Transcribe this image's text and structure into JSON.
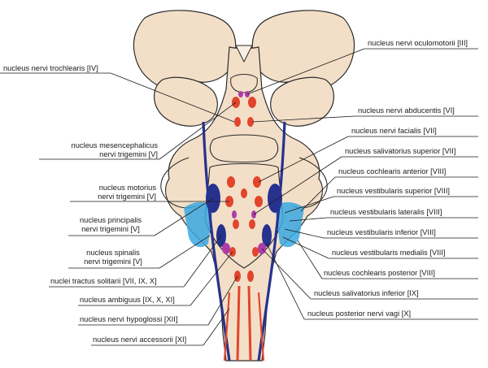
{
  "colors": {
    "tissue": "#f3dfc8",
    "outline": "#2b2b2b",
    "nucleus_motor": "#e2452c",
    "nucleus_sensory": "#27328f",
    "nucleus_parasympathetic": "#b03ca8",
    "nucleus_vestibular": "#3aa8e0",
    "leader": "#1a1a1a"
  },
  "labels_left": {
    "trochlearis": "nucleus nervi trochlearis [IV]",
    "mesenceph_1": "nucleus mesencephalicus",
    "mesenceph_2": "nervi trigemini [V]",
    "motorius_1": "nucleus motorius",
    "motorius_2": "nervi trigemini [V]",
    "principalis_1": "nucleus principalis",
    "principalis_2": "nervi trigemini [V]",
    "spinalis_1": "nucleus spinalis",
    "spinalis_2": "nervi trigemini [V]",
    "solitarii": "nuclei tractus solitarii [VII, IX, X]",
    "ambiguus": "nucleus ambiguus [IX, X, XI]",
    "hypoglossi": "nucleus nervi hypoglossi [XII]",
    "accessorii": "nucleus nervi accessorii [XI]"
  },
  "labels_right": {
    "oculomotorii": "nucleus nervi oculomotorii [III]",
    "abducentis": "nucleus nervi abducentis [VI]",
    "facialis": "nucleus nervi facialis [VII]",
    "salivatorius_sup": "nucleus salivatorius superior [VII]",
    "cochlearis_ant": "nucleus cochlearis anterior [VIII]",
    "vestibularis_sup": "nucleus vestibularis superior [VIII]",
    "vestibularis_lat": "nucleus vestibularis lateralis [VIII]",
    "vestibularis_inf": "nucleus vestibularis inferior [VIII]",
    "vestibularis_med": "nucleus vestibularis medialis [VIII]",
    "cochlearis_post": "nucleus cochlearis posterior [VIII]",
    "salivatorius_inf": "nucleus salivatorius inferior [IX]",
    "posterior_vagi": "nucleus posterior nervi vagi [X]"
  }
}
